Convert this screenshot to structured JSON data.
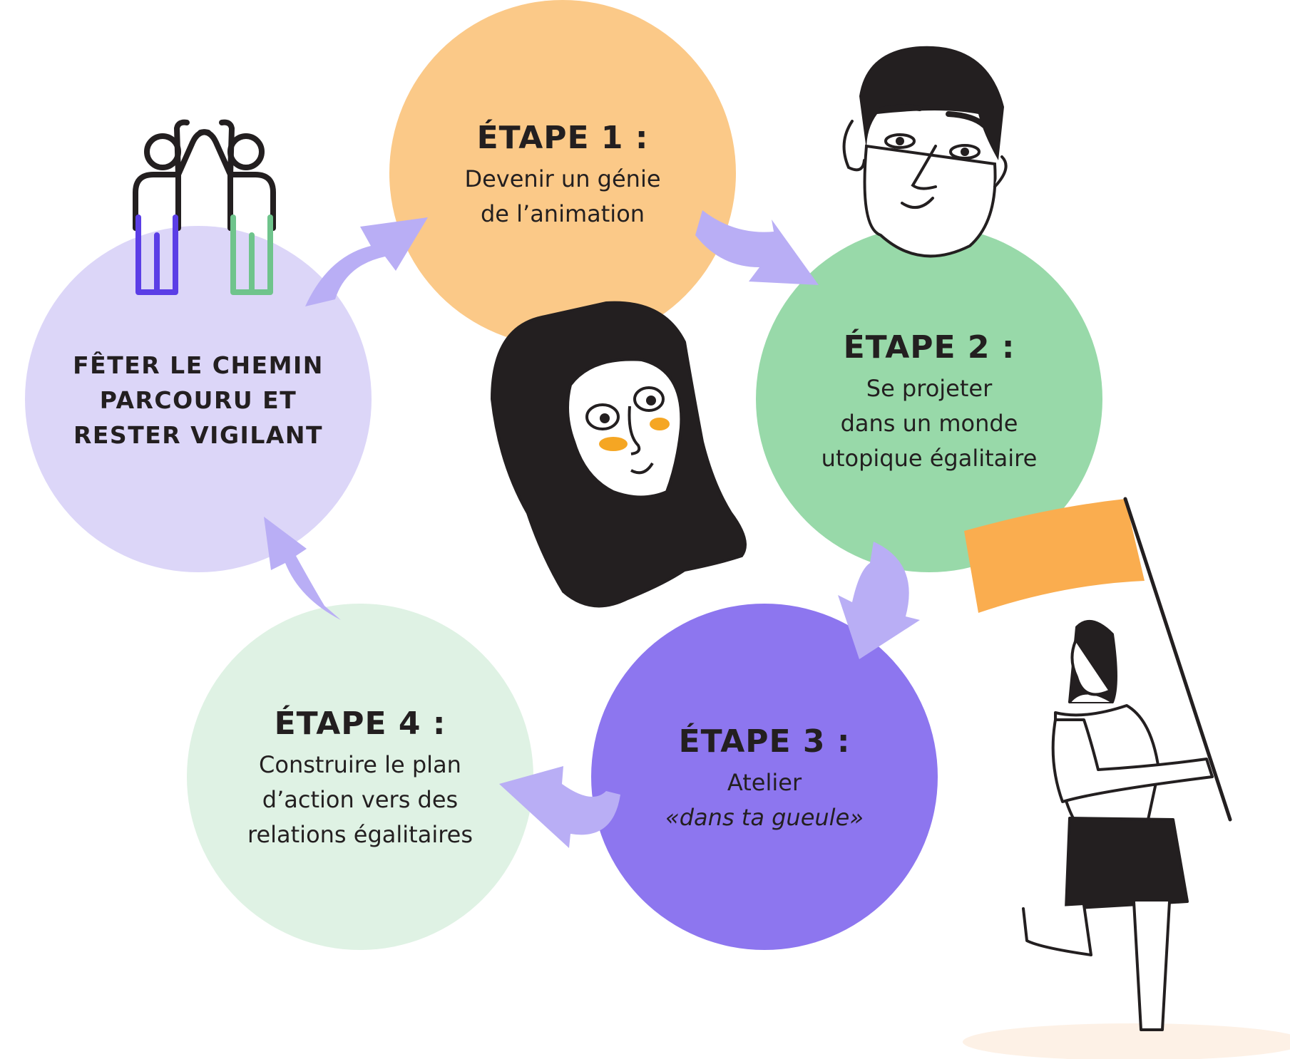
{
  "colors": {
    "step1": "#fbc988",
    "step2": "#98d9a9",
    "step3": "#8d76ef",
    "step4": "#dff2e4",
    "celebrate": "#dcd6f8",
    "arrow": "#b9aef5",
    "flag": "#faad4f",
    "ink": "#231f20",
    "icon_left": "#5b3ee6",
    "icon_right": "#6fc48c",
    "blush": "#f5a623"
  },
  "steps": [
    {
      "title": "ÉTAPE 1 :",
      "lines": [
        "Devenir un génie",
        "de l’animation"
      ]
    },
    {
      "title": "ÉTAPE 2 :",
      "lines": [
        "Se projeter",
        "dans un monde",
        "utopique égalitaire"
      ]
    },
    {
      "title": "ÉTAPE 3 :",
      "lines": [
        "Atelier",
        "«dans ta gueule»"
      ]
    },
    {
      "title": "ÉTAPE 4 :",
      "lines": [
        "Construire le plan",
        "d’action vers des",
        "relations égalitaires"
      ]
    }
  ],
  "final": {
    "lines": [
      "FÊTER LE CHEMIN",
      "PARCOURU ET",
      "RESTER VIGILANT"
    ]
  },
  "icons": [
    "high-five-icon",
    "man-face-illustration",
    "woman-face-illustration",
    "woman-with-flag-illustration"
  ]
}
